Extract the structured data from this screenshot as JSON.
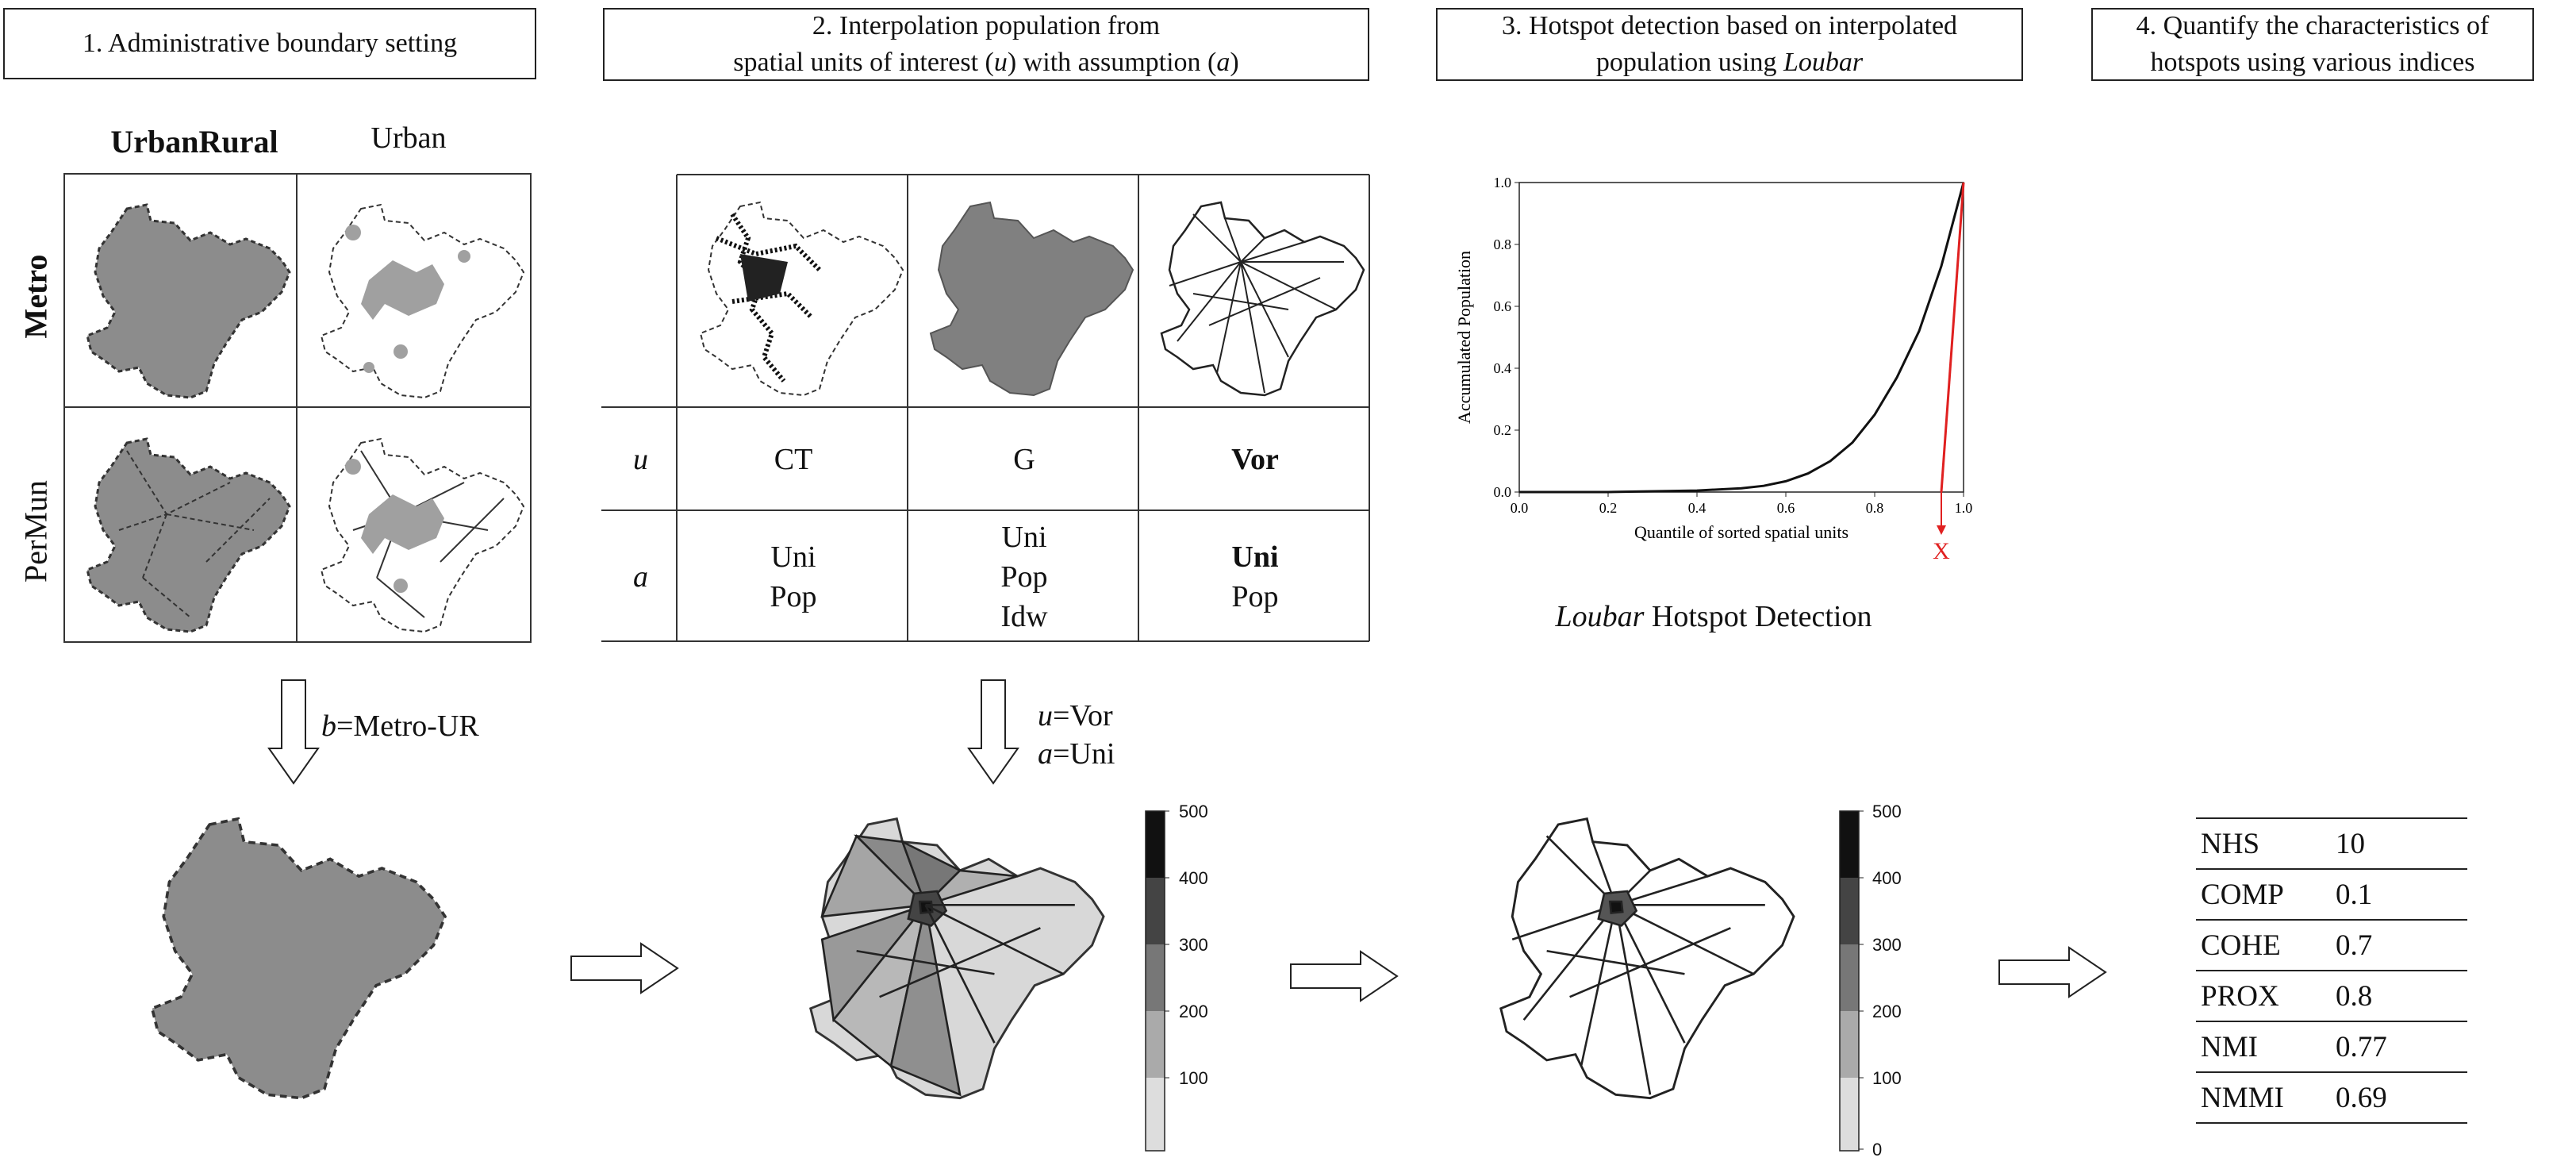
{
  "steps": [
    {
      "line1": "1. Administrative boundary setting",
      "line2": ""
    },
    {
      "line1": "2. Interpolation population from",
      "line2a": "spatial units of interest (",
      "line2u": "u",
      "line2b": ") with assumption (",
      "line2a2": "a",
      "line2c": ")"
    },
    {
      "line1": "3. Hotspot detection based on interpolated",
      "line2a": "population using ",
      "line2i": "Loubar"
    },
    {
      "line1": "4. Quantify the characteristics of",
      "line2": "hotspots using various indices"
    }
  ],
  "panel1": {
    "col_headers": [
      "UrbanRural",
      "Urban"
    ],
    "row_headers": [
      "Metro",
      "PerMun"
    ],
    "arrow_label_var": "b",
    "arrow_label_val": "=Metro-UR"
  },
  "panel2": {
    "u_label": "u",
    "a_label": "a",
    "u_values": [
      "CT",
      "G",
      "Vor"
    ],
    "a_values": [
      [
        "Uni",
        "Pop"
      ],
      [
        "Uni",
        "Pop",
        "Idw"
      ],
      [
        "Uni",
        "Pop"
      ]
    ],
    "arrow_u_var": "u",
    "arrow_u_val": "=Vor",
    "arrow_a_var": "a",
    "arrow_a_val": "=Uni",
    "colorbar_ticks": [
      "500",
      "400",
      "300",
      "200",
      "100"
    ]
  },
  "panel3": {
    "caption_italic": "Loubar",
    "caption_rest": " Hotspot Detection",
    "colorbar_ticks": [
      "500",
      "400",
      "300",
      "200",
      "100",
      "0"
    ]
  },
  "chart_data": {
    "type": "line",
    "title": "",
    "xlabel": "Quantile of sorted spatial units",
    "ylabel": "Accumulated Population",
    "xlim": [
      0.0,
      1.0
    ],
    "ylim": [
      0.0,
      1.0
    ],
    "xticks": [
      "0.0",
      "0.2",
      "0.4",
      "0.6",
      "0.8",
      "1.0"
    ],
    "yticks": [
      "0.0",
      "0.2",
      "0.4",
      "0.6",
      "0.8",
      "1.0"
    ],
    "grid": false,
    "series": [
      {
        "x": [
          0.0,
          0.2,
          0.4,
          0.5,
          0.55,
          0.6,
          0.65,
          0.7,
          0.75,
          0.8,
          0.85,
          0.9,
          0.95,
          1.0
        ],
        "y": [
          0.0,
          0.0,
          0.005,
          0.012,
          0.02,
          0.035,
          0.06,
          0.1,
          0.16,
          0.25,
          0.37,
          0.52,
          0.73,
          1.0
        ]
      }
    ],
    "annotation": {
      "text": "X",
      "tangent_from": [
        1.0,
        1.0
      ],
      "tangent_to": [
        0.95,
        0.0
      ],
      "color": "#e02020"
    }
  },
  "metrics": [
    {
      "name": "NHS",
      "value": "10"
    },
    {
      "name": "COMP",
      "value": "0.1"
    },
    {
      "name": "COHE",
      "value": "0.7"
    },
    {
      "name": "PROX",
      "value": "0.8"
    },
    {
      "name": "NMI",
      "value": "0.77"
    },
    {
      "name": "NMMI",
      "value": "0.69"
    }
  ],
  "colors": {
    "gray_fill": "#8c8c8c",
    "hotspot_red": "#e02020"
  }
}
